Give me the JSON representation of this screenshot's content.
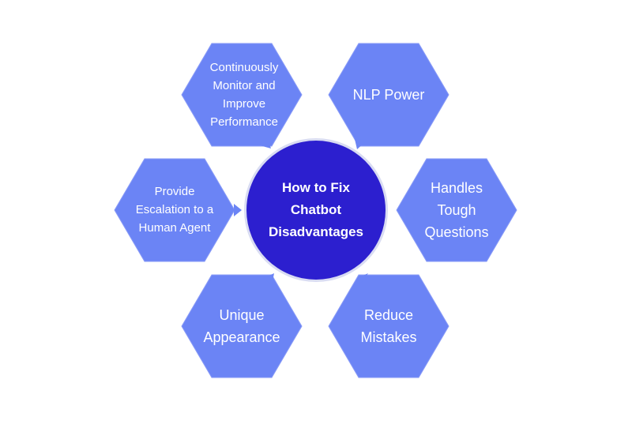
{
  "center": {
    "title": "How to Fix\nChatbot\nDisadvantages"
  },
  "items": [
    {
      "id": "monitor",
      "label": "Continuously\nMonitor and\nImprove\nPerformance"
    },
    {
      "id": "nlp",
      "label": "NLP Power"
    },
    {
      "id": "escalation",
      "label": "Provide\nEscalation to a\nHuman Agent"
    },
    {
      "id": "tough",
      "label": "Handles\nTough\nQuestions"
    },
    {
      "id": "appearance",
      "label": "Unique\nAppearance"
    },
    {
      "id": "mistakes",
      "label": "Reduce\nMistakes"
    }
  ],
  "colors": {
    "hexagon": "#6b84f5",
    "hexagon_stroke": "#8a9cf7",
    "center": "#2c1fcf",
    "center_ring": "#d9dcf2",
    "text": "#ffffff"
  }
}
